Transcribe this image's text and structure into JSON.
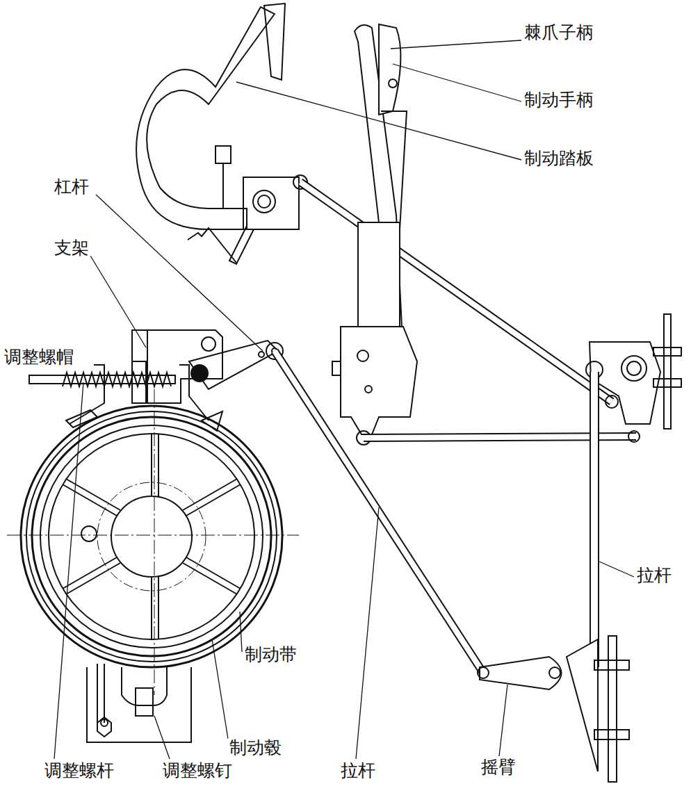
{
  "diagram": {
    "labels": [
      "棘爪子柄",
      "制动手柄",
      "制动踏板",
      "杠杆",
      "支架",
      "调整螺帽",
      "拉杆",
      "制动带",
      "制动毂",
      "调整螺杆",
      "调整螺钉",
      "拉杆",
      "摇臂"
    ]
  }
}
